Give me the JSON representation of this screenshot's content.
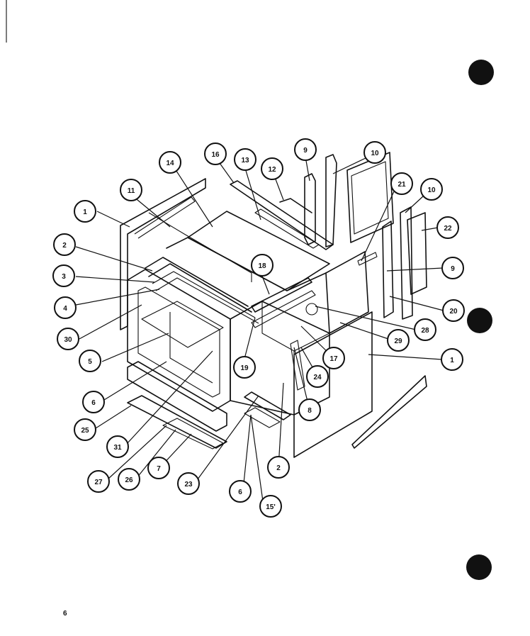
{
  "page_number": "6",
  "callouts": [
    {
      "id": "c1a",
      "text": "1"
    },
    {
      "id": "c2a",
      "text": "2"
    },
    {
      "id": "c3",
      "text": "3"
    },
    {
      "id": "c4",
      "text": "4"
    },
    {
      "id": "c30",
      "text": "30"
    },
    {
      "id": "c5",
      "text": "5"
    },
    {
      "id": "c6a",
      "text": "6"
    },
    {
      "id": "c25",
      "text": "25"
    },
    {
      "id": "c31",
      "text": "31"
    },
    {
      "id": "c27",
      "text": "27"
    },
    {
      "id": "c26",
      "text": "26"
    },
    {
      "id": "c7",
      "text": "7"
    },
    {
      "id": "c23",
      "text": "23"
    },
    {
      "id": "c6b",
      "text": "6"
    },
    {
      "id": "c15",
      "text": "15'"
    },
    {
      "id": "c2b",
      "text": "2"
    },
    {
      "id": "c8",
      "text": "8"
    },
    {
      "id": "c24",
      "text": "24"
    },
    {
      "id": "c17",
      "text": "17"
    },
    {
      "id": "c1b",
      "text": "1"
    },
    {
      "id": "c29",
      "text": "29"
    },
    {
      "id": "c28",
      "text": "28"
    },
    {
      "id": "c20",
      "text": "20"
    },
    {
      "id": "c9b",
      "text": "9"
    },
    {
      "id": "c22",
      "text": "22"
    },
    {
      "id": "c10b",
      "text": "10"
    },
    {
      "id": "c21",
      "text": "21"
    },
    {
      "id": "c10a",
      "text": "10"
    },
    {
      "id": "c9a",
      "text": "9"
    },
    {
      "id": "c12",
      "text": "12"
    },
    {
      "id": "c13",
      "text": "13"
    },
    {
      "id": "c16",
      "text": "16"
    },
    {
      "id": "c14",
      "text": "14"
    },
    {
      "id": "c11",
      "text": "11"
    },
    {
      "id": "c18",
      "text": "18"
    },
    {
      "id": "c19",
      "text": "19"
    }
  ]
}
